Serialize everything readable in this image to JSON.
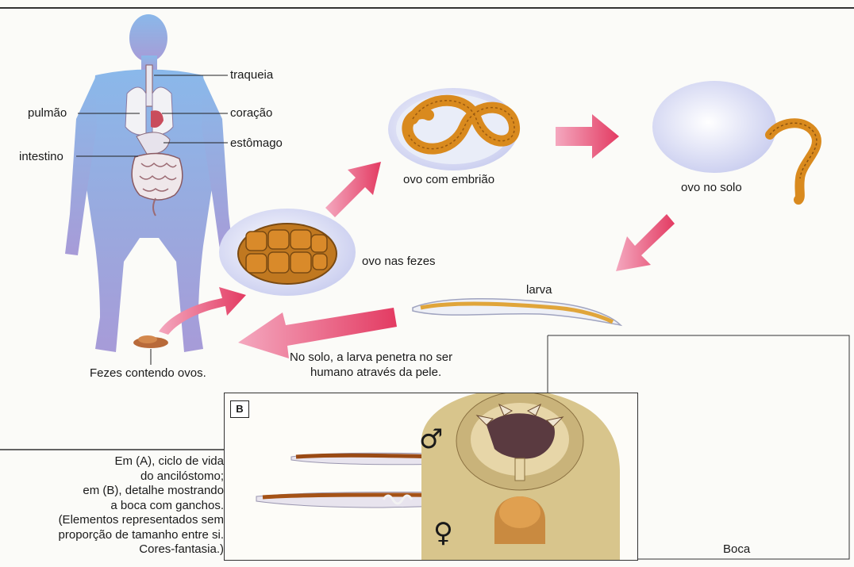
{
  "organ_labels": {
    "traqueia": "traqueia",
    "coracao": "coração",
    "pulmao": "pulmão",
    "estomago": "estômago",
    "intestino": "intestino"
  },
  "stages": {
    "ovo_com_embriao": "ovo com embrião",
    "ovo_no_solo": "ovo no solo",
    "ovo_nas_fezes": "ovo nas fezes",
    "larva": "larva",
    "fezes": "Fezes contendo ovos.",
    "penetracao_l1": "No solo, a larva penetra no ser",
    "penetracao_l2": "humano através da pele."
  },
  "panel_b": {
    "tag": "B",
    "male_symbol": "♂",
    "female_symbol": "♀",
    "boca": "Boca"
  },
  "caption": {
    "l1": "Em (A), ciclo de vida",
    "l2": "do ancilóstomo;",
    "l3": "em (B), detalhe mostrando",
    "l4": "a boca com ganchos.",
    "l5": "(Elementos representados sem",
    "l6": "proporção de tamanho entre si.",
    "l7": "Cores-fantasia.)"
  },
  "colors": {
    "body": "#8fb8e6",
    "arrow": "#e8466a",
    "worm": "#d98a1e",
    "egg": "#dde1f2"
  }
}
